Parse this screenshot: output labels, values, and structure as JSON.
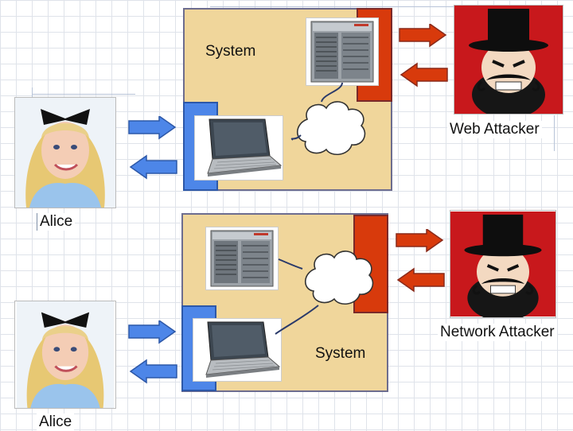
{
  "top": {
    "system_label": "System",
    "attacker_label": "Web Attacker",
    "user_label": "Alice"
  },
  "bottom": {
    "system_label": "System",
    "attacker_label": "Network Attacker",
    "user_label": "Alice"
  },
  "colors": {
    "system_box": "#f0d69b",
    "threat_bar": "#d83a0c",
    "user_bar": "#4d86e8",
    "arrow_blue": "#4d86e8",
    "arrow_red": "#d83a0c",
    "arrow_outline": "#2d58a8"
  },
  "icons": [
    "server-icon",
    "laptop-icon",
    "network-cloud-icon",
    "attacker-icon",
    "user-photo",
    "arrow-right-icon",
    "arrow-left-icon"
  ]
}
